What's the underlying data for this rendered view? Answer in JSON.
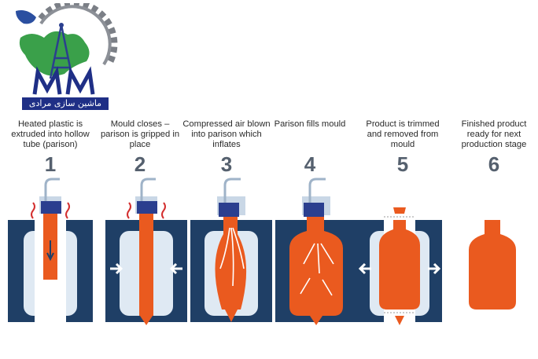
{
  "logo": {
    "text": "ماشین سازی مرادی"
  },
  "steps": [
    {
      "number": "1",
      "caption": "Heated plastic is extruded into hollow tube (parison)"
    },
    {
      "number": "2",
      "caption": "Mould closes – parison is gripped in place"
    },
    {
      "number": "3",
      "caption": "Compressed air blown into parison which inflates"
    },
    {
      "number": "4",
      "caption": "Parison fills mould"
    },
    {
      "number": "5",
      "caption": "Product is trimmed and removed from mould"
    },
    {
      "number": "6",
      "caption": "Finished product ready for next production stage"
    }
  ],
  "colors": {
    "mould": "#1f3f66",
    "cavity": "#dfe9f3",
    "plastic": "#ea5a1f",
    "die": "#2b3f8f",
    "heat": "#d32f2f",
    "arrow": "#ffffff"
  }
}
